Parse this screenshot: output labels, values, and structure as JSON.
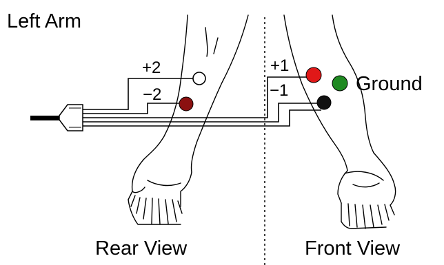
{
  "title": "Left Arm",
  "views": {
    "rear": "Rear View",
    "front": "Front View"
  },
  "electrodes": {
    "plus2": {
      "label": "+2",
      "color": "#ffffff"
    },
    "minus2": {
      "label": "−2",
      "color": "#8b1010"
    },
    "plus1": {
      "label": "+1",
      "color": "#e01818"
    },
    "minus1": {
      "label": "−1",
      "color": "#111111"
    },
    "ground": {
      "label": "Ground",
      "color": "#1f8a22"
    }
  }
}
